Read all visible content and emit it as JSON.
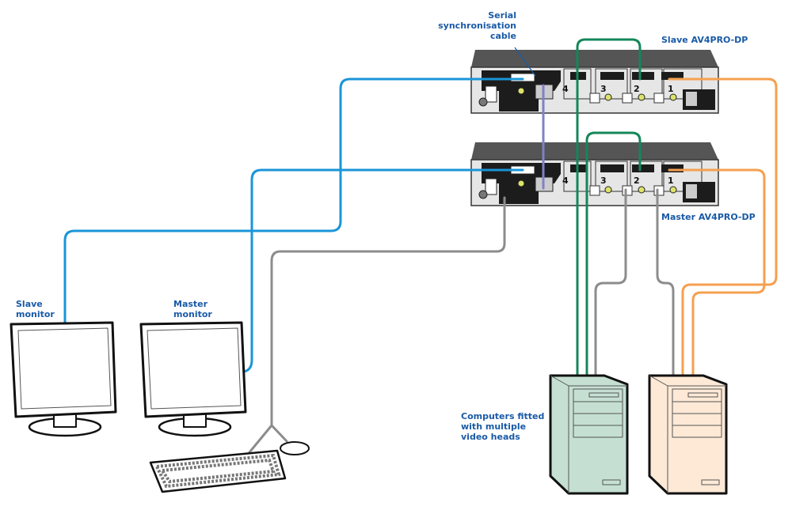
{
  "labels": {
    "serial_cable": [
      "Serial",
      "synchronisation",
      "cable"
    ],
    "slave_unit": "Slave AV4PRO-DP",
    "master_unit": "Master AV4PRO-DP",
    "slave_monitor": [
      "Slave",
      "monitor"
    ],
    "master_monitor": [
      "Master",
      "monitor"
    ],
    "computers": [
      "Computers fitted",
      "with multiple",
      "video heads"
    ]
  },
  "port_numbers": [
    "4",
    "3",
    "2",
    "1"
  ],
  "colors": {
    "label": "#1a5aa6",
    "video_cable_monitors": "#1a95d8",
    "serial_cable": "#8080c8",
    "usb_cable": "#8c8c8c",
    "computer_a_video": "#14875a",
    "computer_b_video": "#f5a050",
    "computer_a_body": "#c5e0d3",
    "computer_b_body": "#fde9d6",
    "unit_top": "#555555",
    "unit_panel": "#e6e6e6"
  }
}
